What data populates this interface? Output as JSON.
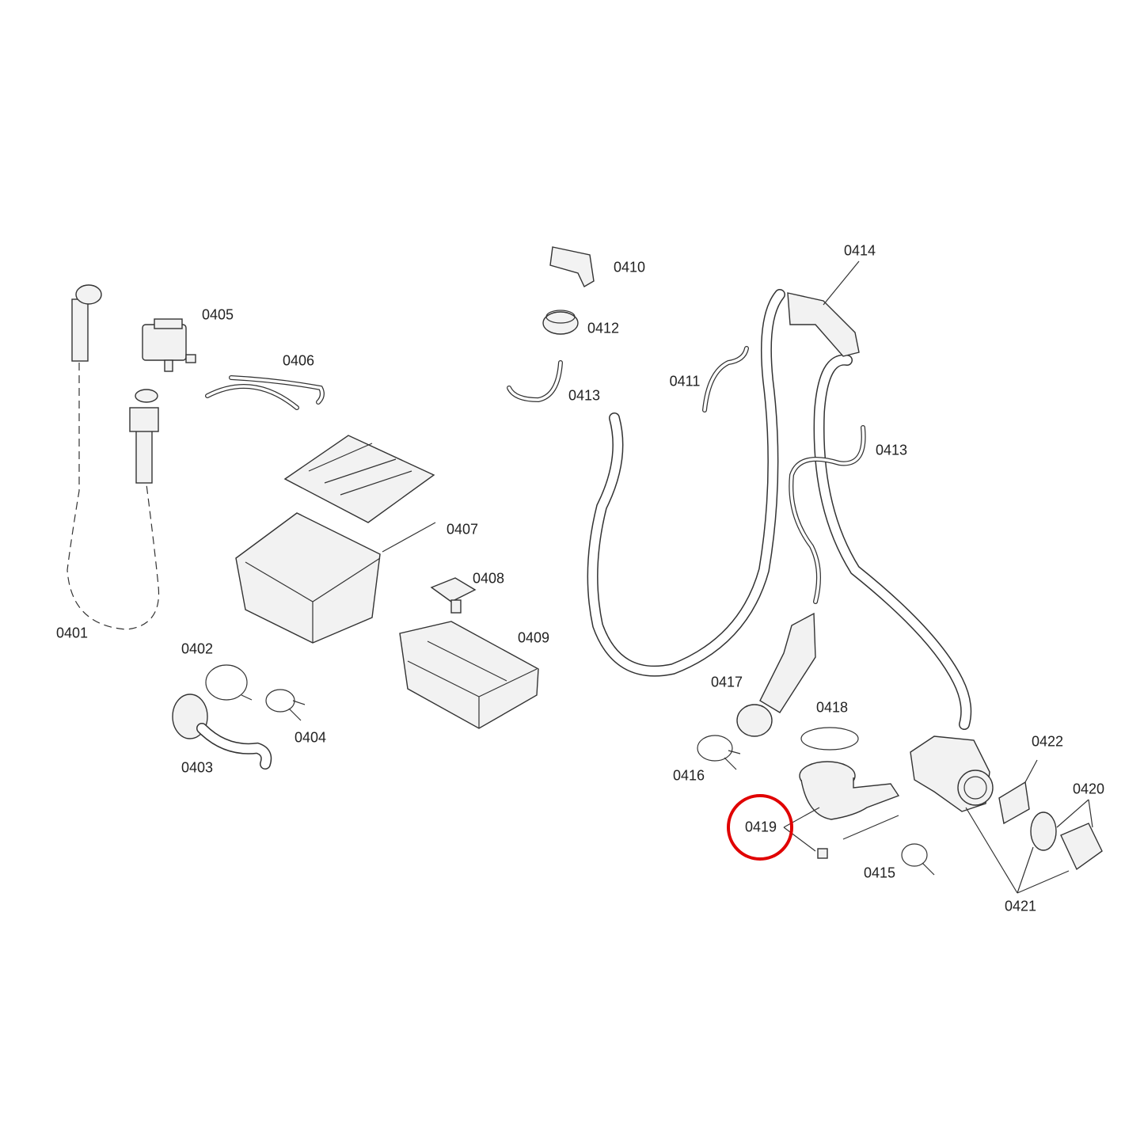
{
  "diagram": {
    "title": "Water inlet and drain parts diagram",
    "highlight": {
      "part": "0419",
      "color": "#e00000"
    },
    "labels": [
      {
        "id": "0401",
        "text": "0401"
      },
      {
        "id": "0402",
        "text": "0402"
      },
      {
        "id": "0403",
        "text": "0403"
      },
      {
        "id": "0404",
        "text": "0404"
      },
      {
        "id": "0405",
        "text": "0405"
      },
      {
        "id": "0406",
        "text": "0406"
      },
      {
        "id": "0407",
        "text": "0407"
      },
      {
        "id": "0408",
        "text": "0408"
      },
      {
        "id": "0409",
        "text": "0409"
      },
      {
        "id": "0410",
        "text": "0410"
      },
      {
        "id": "0411",
        "text": "0411"
      },
      {
        "id": "0412",
        "text": "0412"
      },
      {
        "id": "0413a",
        "text": "0413"
      },
      {
        "id": "0413b",
        "text": "0413"
      },
      {
        "id": "0414",
        "text": "0414"
      },
      {
        "id": "0415",
        "text": "0415"
      },
      {
        "id": "0416",
        "text": "0416"
      },
      {
        "id": "0417",
        "text": "0417"
      },
      {
        "id": "0418",
        "text": "0418"
      },
      {
        "id": "0419",
        "text": "0419"
      },
      {
        "id": "0420",
        "text": "0420"
      },
      {
        "id": "0421",
        "text": "0421"
      },
      {
        "id": "0422",
        "text": "0422"
      }
    ]
  }
}
